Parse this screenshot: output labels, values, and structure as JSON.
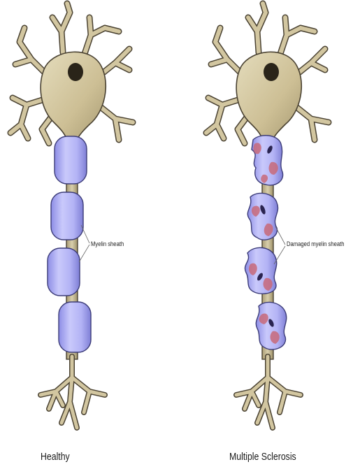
{
  "colors": {
    "cell_body": "#d2c6a0",
    "cell_outline": "#4a4232",
    "nucleus": "#2a2419",
    "myelin": "#b3b3f5",
    "myelin_outline": "#3c3c78",
    "damage": "#c86a7a"
  },
  "healthy": {
    "caption": "Healthy",
    "label": "Myelin sheath"
  },
  "ms": {
    "caption": "Multiple Sclerosis",
    "label": "Damaged myelin sheath"
  }
}
